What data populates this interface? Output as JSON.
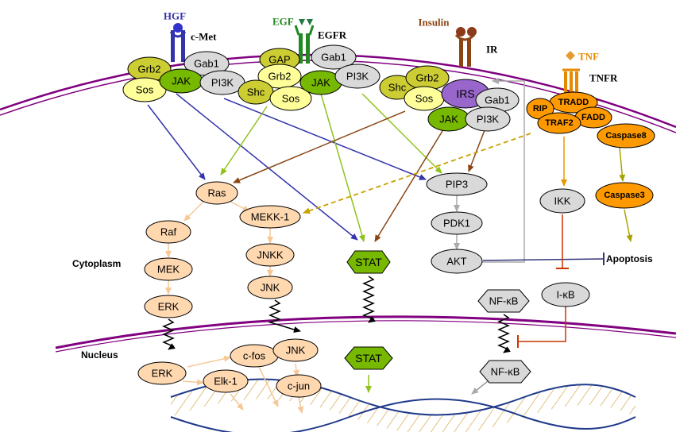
{
  "receptors": {
    "hgf": {
      "ligand": "HGF",
      "receptor": "c-Met",
      "color": "#3333aa"
    },
    "egf": {
      "ligand": "EGF",
      "receptor": "EGFR",
      "color": "#228822"
    },
    "insulin": {
      "ligand": "Insulin",
      "receptor": "IR",
      "color": "#8b4513"
    },
    "tnf": {
      "ligand": "TNF",
      "receptor": "TNFR",
      "color": "#e68a00"
    }
  },
  "compartments": {
    "cytoplasm": "Cytoplasm",
    "nucleus": "Nucleus"
  },
  "nodes": {
    "grb2_a": "Grb2",
    "sos_a": "Sos",
    "jak_a": "JAK",
    "gab1_a": "Gab1",
    "pi3k_a": "PI3K",
    "gap": "GAP",
    "grb2_b": "Grb2",
    "gab1_b": "Gab1",
    "shc_b": "Shc",
    "sos_b": "Sos",
    "jak_b": "JAK",
    "pi3k_b": "PI3K",
    "shc_c": "Shc",
    "grb2_c": "Grb2",
    "sos_c": "Sos",
    "irs": "IRS",
    "gab1_c": "Gab1",
    "jak_c": "JAK",
    "pi3k_c": "PI3K",
    "rip": "RIP",
    "tradd": "TRADD",
    "traf2": "TRAF2",
    "fadd": "FADD",
    "caspase8": "Caspase8",
    "ras": "Ras",
    "raf": "Raf",
    "mek": "MEK",
    "erk_cyto": "ERK",
    "mekk1": "MEKK-1",
    "jnkk": "JNKK",
    "jnk_cyto": "JNK",
    "stat_cyto": "STAT",
    "stat_nuc": "STAT",
    "pip3": "PIP3",
    "pdk1": "PDK1",
    "akt": "AKT",
    "ikk": "IKK",
    "ikb": "I-κB",
    "caspase3": "Caspase3",
    "apoptosis": "Apoptosis",
    "nfkb_cyto": "NF-κB",
    "nfkb_nuc": "NF-κB",
    "erk_nuc": "ERK",
    "elk1": "Elk-1",
    "cfos": "c-fos",
    "jnk_nuc": "JNK",
    "cjun": "c-jun"
  },
  "colors": {
    "membrane": "#800080",
    "nuclear_membrane": "#800080",
    "yellow": "#ffff99",
    "olive": "#cccc33",
    "green": "#77b800",
    "grey": "#d9d9d9",
    "purple": "#9966cc",
    "orange": "#ff9900",
    "peach": "#ffd8b0",
    "stat": "#77b800"
  }
}
